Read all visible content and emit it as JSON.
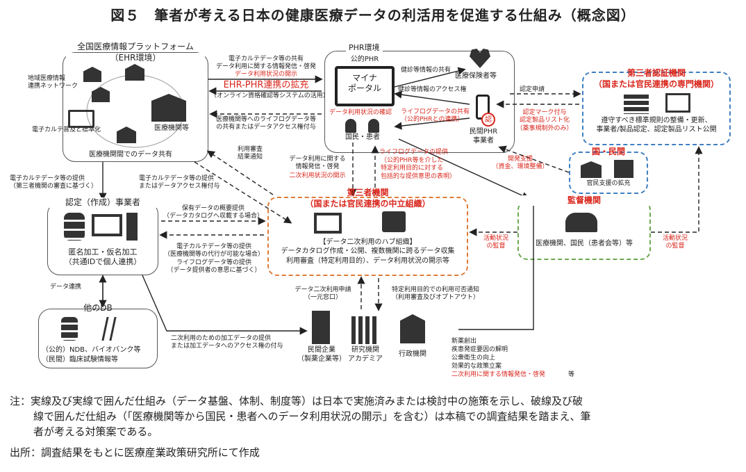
{
  "title": "図５　筆者が考える日本の健康医療データの利活用を促進する仕組み（概念図）",
  "ehr": {
    "title_line1": "全国医療情報プラットフォーム",
    "title_line2": "（EHR環境）",
    "regional": "地域医療情報\n連携ネットワーク",
    "ehr_std": "電子カルテ普及と標準化",
    "medical": "医療機関等",
    "sharing": "医療機関間でのデータ共有"
  },
  "phr": {
    "title": "PHR環境",
    "public_phr": "公的PHR",
    "portal": "マイナ\nポータル",
    "usage_confirm": "データ利用状況の確認",
    "citizens": "国民・患者",
    "insurer": "医療保険者等",
    "private_phr": "民間PHR\n事業者",
    "kenshin": "健診等情報の共有",
    "kenshin_access": "健診等情報のアクセス権",
    "lifelog": "ライフログデータの共有\n（公的PHRとの連携）",
    "nin": "認"
  },
  "arrows": {
    "ehr_phr_share1": "電子カルテデータ等の共有",
    "ehr_phr_share2": "データ利用に関する情報発信・啓発",
    "ehr_phr_share3": "データ利用状況の開示",
    "ehr_phr_link": "EHR-PHR連携の拡充",
    "ehr_phr_link_sub": "（オンライン資格確認等システムの活用）",
    "lifelog_to_med": "医療機関等へのライフログデータ等\nの共有またはデータアクセス権付与",
    "review_notice": "利用審査\n結果通知",
    "ehr_to_cert": "電子カルテデータ等の提供\n（第三者機関の審査に基づく）",
    "ehr_to_third": "電子カルテデータ等の提供\nまたはデータアクセス権付与",
    "info_to_citizen1": "データ利用に関する\n情報発信・啓発",
    "info_to_citizen2": "二次利用状況の開示",
    "lifelog_to_third1": "ライフログデータの提供",
    "lifelog_to_third2": "（公的PHR等を介した\n特定利用目的に対する\n包括的な提供意思の表明）",
    "cert_apply": "認定申請",
    "cert_mark": "認定マーク付与\n認定製品リスト化\n（薬事規制外のみ）",
    "dev_support": "開発支援\n（資金、環境整備）",
    "meta1": "保有データの概要提供\n（データカタログへ収載する場合）",
    "meta2": "電子カルテデータ等の提供\n（医療機関等の代行が可能な場合）\nライフログデータ等の提供\n（データ提供者の意思に基づく）",
    "data_link": "データ連携",
    "secondary_apply": "データ二次利用申請\n（一元窓口）",
    "purpose_notice": "特定利用目的での利用可否通知\n（利用審査及びオプトアウト）",
    "processed_data": "二次利用のための加工データの提供\nまたは加工データへのアクセス権の付与",
    "monitor_left": "活動状況\nの監督",
    "monitor_right": "活動状況\nの監督"
  },
  "third_party_cert": {
    "title": "第三者認証機関",
    "subtitle": "（国または官民連携の専門機関）",
    "desc": "遵守すべき標準規則の整備・更新、\n事業者/製品認定、認定製品リスト公開"
  },
  "govt": {
    "title": "国・民間",
    "desc": "官民支援の拡充"
  },
  "third_party": {
    "title": "第三者機関",
    "subtitle": "（国または官民連携の中立組織）",
    "hub": "【データ二次利用のハブ組織】",
    "desc1": "データカタログ作成・公開、複数機関に跨るデータ収集",
    "desc2": "利用審査（特定利用目的）、データ利用状況の開示等"
  },
  "supervisor": {
    "title": "監督機関",
    "desc": "医療機関、国民（患者会等）等"
  },
  "certified": {
    "title": "認定（作成）事業者",
    "desc": "匿名加工・仮名加工\n（共通IDで個人連携）"
  },
  "other_db": {
    "title": "他のDB",
    "line1": "（公的）NDB、バイオバンク等",
    "line2": "（民間）臨床試験情報等"
  },
  "users": {
    "company": "民間企業\n（製薬企業等）",
    "research": "研究機関\nアカデミア",
    "admin": "行政機関"
  },
  "outcomes": {
    "l1": "新薬創出",
    "l2": "疾患発症要因の解明",
    "l3": "公衆衛生の向上",
    "l4": "効果的な政策立案",
    "l5": "二次利用に関する情報発信・啓発",
    "l6": "等"
  },
  "notes": {
    "note1": "注：実線及び実線で囲んだ仕組み（データ基盤、体制、制度等）は日本で実施済みまたは検討中の施策を示し、破線及び破",
    "note2": "線で囲んだ仕組み（「医療機関等から国民・患者へのデータ利用状況の開示」を含む）は本稿での調査結果を踏まえ、筆",
    "note3": "者が考える対策案である。",
    "source": "出所：調査結果をもとに医療産業政策研究所にて作成"
  },
  "colors": {
    "red": "#d9261c",
    "blue": "#3f7fc1",
    "orange": "#e07b39",
    "green": "#6aa84f"
  }
}
